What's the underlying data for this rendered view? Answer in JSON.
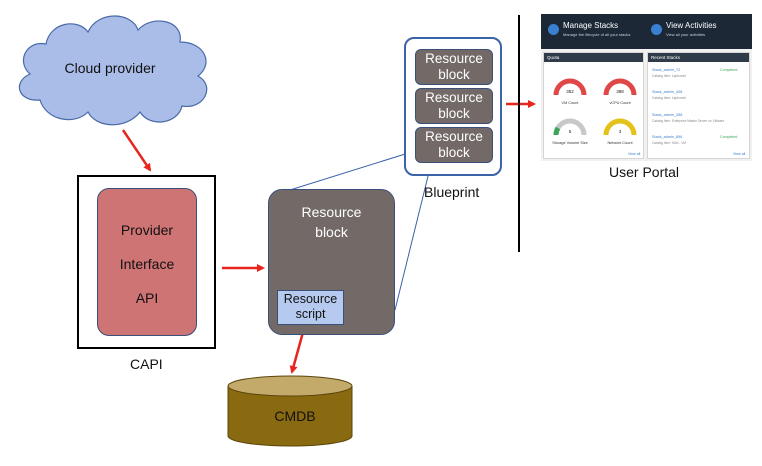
{
  "cloud": {
    "label": "Cloud provider"
  },
  "capi": {
    "label": "CAPI",
    "provider_lines": [
      "Provider",
      "Interface",
      "API"
    ]
  },
  "resource_block": {
    "label_line1": "Resource",
    "label_line2": "block",
    "script_line1": "Resource",
    "script_line2": "script"
  },
  "blueprint": {
    "label": "Blueprint",
    "blocks": [
      {
        "line1": "Resource",
        "line2": "block"
      },
      {
        "line1": "Resource",
        "line2": "block"
      },
      {
        "line1": "Resource",
        "line2": "block"
      }
    ]
  },
  "cmdb": {
    "label": "CMDB"
  },
  "user_portal": {
    "label": "User Portal",
    "header": {
      "manage_title": "Manage Stacks",
      "manage_sub": "Manage the lifecycle of all your stacks",
      "activities_title": "View Activities",
      "activities_sub": "View all your activities"
    },
    "quota": {
      "title": "Quota",
      "gauges": [
        {
          "value": "352",
          "label": "VM Count",
          "color": "#e04848"
        },
        {
          "value": "388",
          "label": "vCPU Count",
          "color": "#e04848"
        },
        {
          "value": "5",
          "label": "Storage Volume Size",
          "color": "#c8c8c8"
        },
        {
          "value": "3",
          "label": "Network Count",
          "color": "#e3c21a"
        }
      ],
      "view_all": "View all"
    },
    "recent": {
      "title": "Recent Stacks",
      "items": [
        {
          "name": "Stack_admin_72",
          "meta": "Catalog Item: Lapfunnel",
          "status": "Completed"
        },
        {
          "name": "Stack_admin_408",
          "meta": "Catalog Item: Lapfunnel",
          "status": ""
        },
        {
          "name": "Stack_admin_358",
          "meta": "Catalog Item: Enterprise Master Server on VMware",
          "status": ""
        },
        {
          "name": "Stack_admin_896",
          "meta": "Catalog Item: SAN - VM",
          "status": "Completed"
        }
      ],
      "view_all": "View all"
    }
  },
  "colors": {
    "arrow": "#e8251c",
    "cloud_fill": "#a9bde8",
    "provider_fill": "#cf7474",
    "block_fill": "#736a68",
    "script_fill": "#b6c9ee",
    "cmdb_fill": "#8a6a10",
    "connector": "#3a63a8"
  }
}
